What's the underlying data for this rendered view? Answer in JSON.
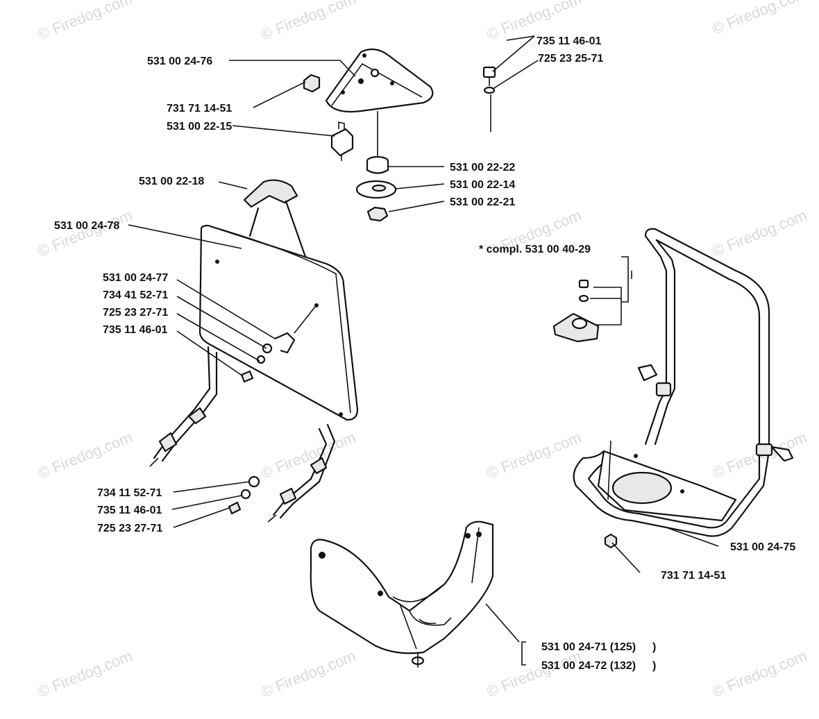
{
  "watermark": "© Firedog.com",
  "labels": {
    "p_735_11_46_01_top": "735 11 46-01",
    "p_725_23_25_71": "725 23 25-71",
    "p_531_00_24_76": "531 00 24-76",
    "p_731_71_14_51_top": "731 71 14-51",
    "p_531_00_22_15": "531 00 22-15",
    "p_531_00_22_22": "531 00 22-22",
    "p_531_00_22_14": "531 00 22-14",
    "p_531_00_22_21": "531 00 22-21",
    "p_531_00_22_18": "531 00 22-18",
    "p_531_00_24_78": "531 00 24-78",
    "p_compl": "* compl. 531 00 40-29",
    "p_531_00_24_77": "531 00 24-77",
    "p_734_41_52_71": "734 41 52-71",
    "p_725_23_27_71_a": "725 23 27-71",
    "p_735_11_46_01_a": "735 11 46-01",
    "p_734_11_52_71": "734 11 52-71",
    "p_735_11_46_01_b": "735 11 46-01",
    "p_725_23_27_71_b": "725 23 27-71",
    "p_531_00_24_75": "531 00 24-75",
    "p_731_71_14_51_bottom": "731 71 14-51",
    "p_531_00_24_71": "531 00 24-71 (125)",
    "p_531_00_24_72": "531 00 24-72 (132)",
    "paren_1": ")",
    "paren_2": ")"
  },
  "colors": {
    "line": "#111111",
    "watermark": "#d9d9d9",
    "background": "#ffffff"
  }
}
